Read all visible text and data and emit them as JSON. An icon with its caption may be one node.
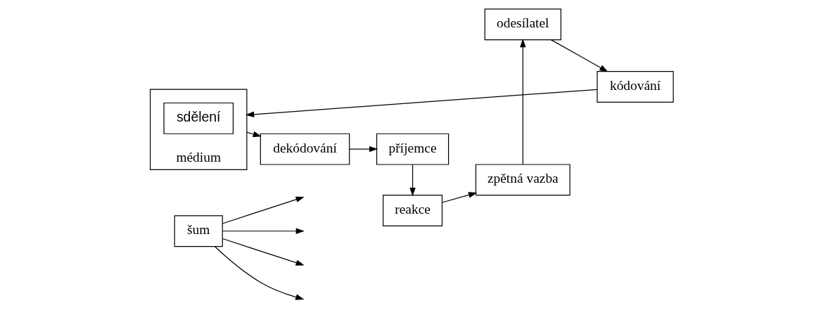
{
  "diagram": {
    "nodes": [
      {
        "text": [
          "odesílatel"
        ]
      },
      {
        "text": [
          "kódování"
        ]
      },
      {
        "text": [
          "médium"
        ]
      },
      {
        "text": [
          "sdělení"
        ],
        "in": 2
      },
      {
        "text": [
          "dekódování"
        ]
      },
      {
        "text": [
          "příjemce"
        ]
      },
      {
        "text": [
          "šum"
        ]
      },
      {
        "text": [
          "reakce"
        ]
      },
      {
        "text": [
          "zpětná vazba"
        ]
      }
    ],
    "edges": [
      {
        "from": 0,
        "to": 1,
        "arrow": "to"
      },
      {
        "from": 1,
        "to": 2,
        "arrow": "to"
      },
      {
        "from": 2,
        "to": 4,
        "arrow": "to"
      },
      {
        "from": 4,
        "to": 5,
        "arrow": "to"
      },
      {
        "from": 5,
        "to": 7,
        "arrow": "to"
      },
      {
        "from": 7,
        "to": 8,
        "arrow": "to"
      },
      {
        "from": 8,
        "to": 0,
        "arrow": "to"
      },
      {
        "from": 6,
        "to": null,
        "arrow": "to"
      },
      {
        "from": 6,
        "to": null,
        "arrow": "to"
      },
      {
        "from": 6,
        "to": null,
        "arrow": "to"
      },
      {
        "from": 6,
        "to": null,
        "arrow": "to"
      }
    ]
  }
}
